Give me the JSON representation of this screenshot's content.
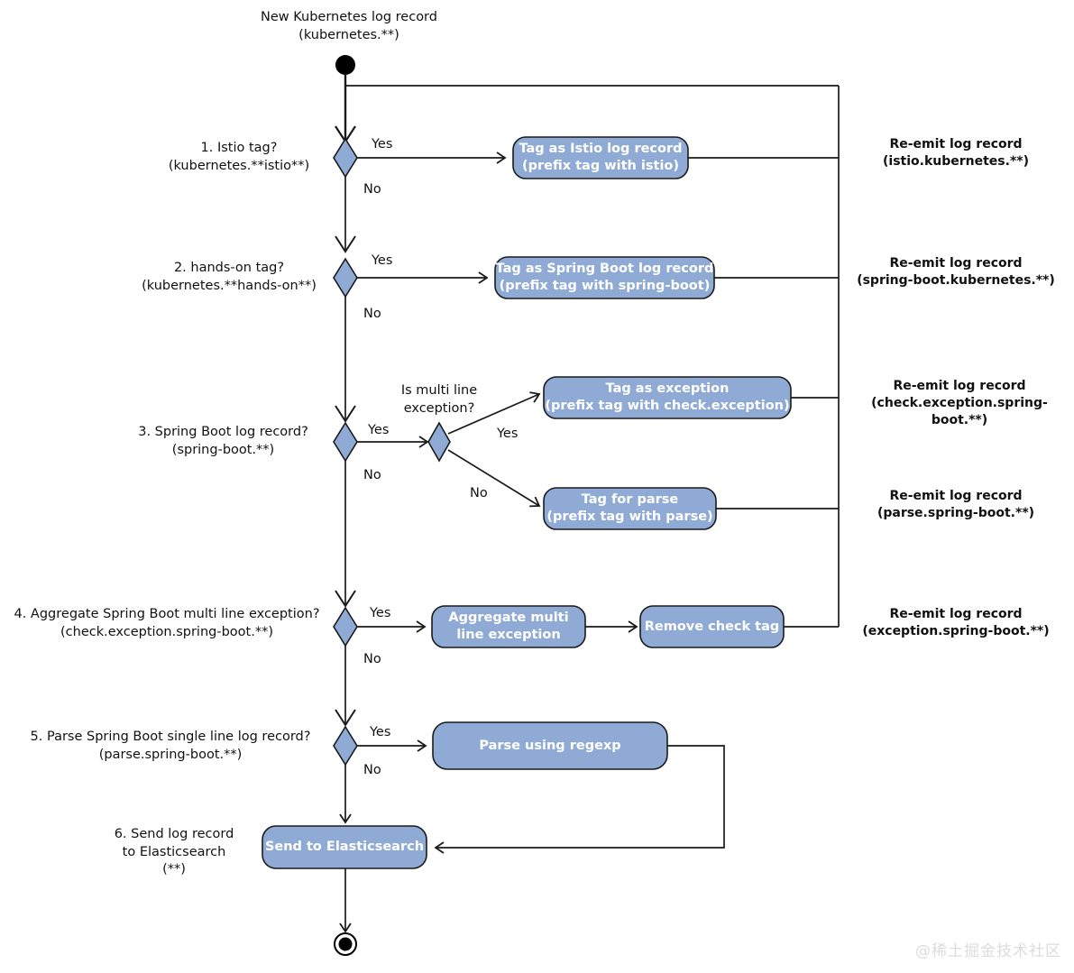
{
  "diagram": {
    "title": "Kubernetes log record processing activity diagram",
    "style": {
      "node_fill": "#8faad4",
      "node_stroke": "#2b2b2b",
      "node_text": "#ffffff",
      "decision_fill": "#8faad4",
      "line": "#1a1a1a",
      "background": "#ffffff"
    },
    "start": {
      "label": "New Kubernetes log record\n(kubernetes.**)",
      "shape": "initial-node"
    },
    "end": {
      "shape": "final-node"
    },
    "decisions": [
      {
        "id": "d1",
        "label": "1. Istio tag?\n(kubernetes.**istio**)",
        "yes": "Yes",
        "no": "No"
      },
      {
        "id": "d2",
        "label": "2. hands-on tag?\n(kubernetes.**hands-on**)",
        "yes": "Yes",
        "no": "No"
      },
      {
        "id": "d3",
        "label": "3. Spring Boot log record?\n(spring-boot.**)",
        "yes": "Yes",
        "no": "No"
      },
      {
        "id": "d3b",
        "label": "Is multi line\nexception?",
        "yes": "Yes",
        "no": "No"
      },
      {
        "id": "d4",
        "label": "4. Aggregate Spring Boot multi line exception?\n(check.exception.spring-boot.**)",
        "yes": "Yes",
        "no": "No"
      },
      {
        "id": "d5",
        "label": "5. Parse Spring Boot single line log record?\n(parse.spring-boot.**)",
        "yes": "Yes",
        "no": "No"
      }
    ],
    "actions": [
      {
        "id": "a1",
        "label": "Tag as Istio log record\n(prefix tag with istio)"
      },
      {
        "id": "a2",
        "label": "Tag as Spring Boot log record\n(prefix tag with spring-boot)"
      },
      {
        "id": "a3",
        "label": "Tag as exception\n(prefix tag with check.exception)"
      },
      {
        "id": "a4",
        "label": "Tag for parse\n(prefix tag with parse)"
      },
      {
        "id": "a5",
        "label": "Aggregate multi\nline exception"
      },
      {
        "id": "a6",
        "label": "Remove check tag"
      },
      {
        "id": "a7",
        "label": "Parse using regexp"
      },
      {
        "id": "a8",
        "label": "Send to Elasticsearch"
      }
    ],
    "reemits": [
      {
        "id": "r1",
        "label": "Re-emit log record\n(istio.kubernetes.**)"
      },
      {
        "id": "r2",
        "label": "Re-emit log record\n(spring-boot.kubernetes.**)"
      },
      {
        "id": "r3",
        "label": "Re-emit log record\n(check.exception.spring-boot.**)"
      },
      {
        "id": "r4",
        "label": "Re-emit log record\n(parse.spring-boot.**)"
      },
      {
        "id": "r5",
        "label": "Re-emit log record\n(exception.spring-boot.**)"
      }
    ],
    "final_label": "6. Send log record\nto Elasticsearch\n(**)",
    "watermark": "@稀土掘金技术社区"
  }
}
